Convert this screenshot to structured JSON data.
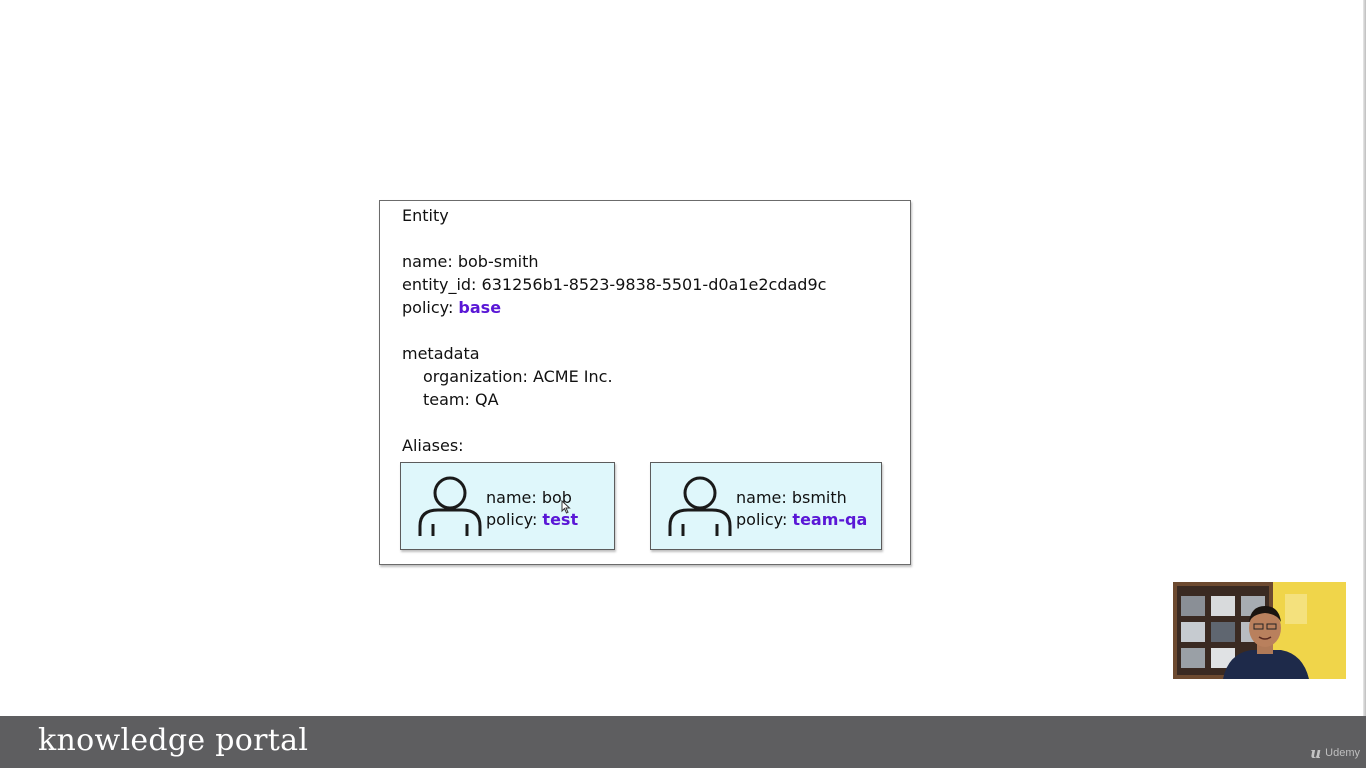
{
  "entity": {
    "heading": "Entity",
    "name_line": "name: bob-smith",
    "entity_id_line": "entity_id: 631256b1-8523-9838-5501-d0a1e2cdad9c",
    "policy_label": "policy: ",
    "policy_value": "base",
    "metadata_heading": "metadata",
    "organization_line": "organization: ACME Inc.",
    "team_line": "team: QA",
    "aliases_heading": "Aliases:"
  },
  "aliases": [
    {
      "name_line": "name: bob",
      "policy_label": "policy: ",
      "policy_value": "test",
      "icon": "person-icon"
    },
    {
      "name_line": "name: bsmith",
      "policy_label": "policy: ",
      "policy_value": "team-qa",
      "icon": "person-icon"
    }
  ],
  "footer": {
    "brand": "knowledge portal",
    "platform": "Udemy"
  },
  "colors": {
    "policy_value": "#5a17d6",
    "alias_bg": "#dff7fb",
    "footer_bg": "#5e5e60"
  }
}
